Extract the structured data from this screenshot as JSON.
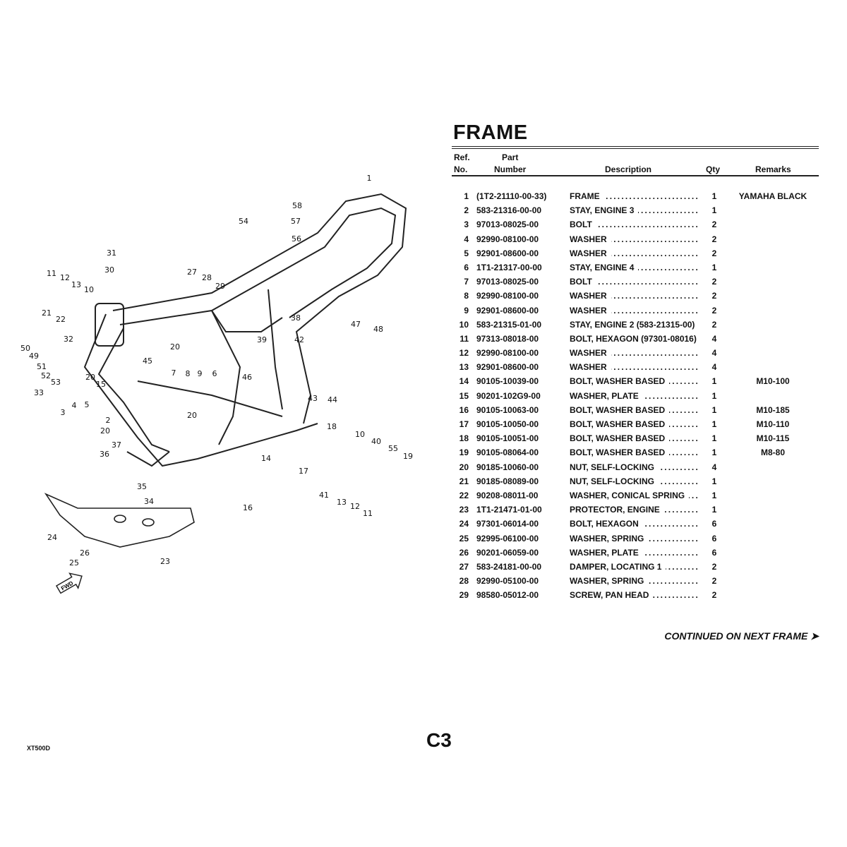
{
  "title": "FRAME",
  "headers": {
    "ref_line1": "Ref.",
    "ref_line2": "No.",
    "part_line1": "Part",
    "part_line2": "Number",
    "description": "Description",
    "qty": "Qty",
    "remarks": "Remarks"
  },
  "rows": [
    {
      "ref": "1",
      "part": "(1T2-21110-00-33)",
      "desc": "FRAME",
      "qty": "1",
      "remarks": "YAMAHA BLACK"
    },
    {
      "ref": "2",
      "part": "583-21316-00-00",
      "desc": "STAY, ENGINE 3",
      "qty": "1",
      "remarks": ""
    },
    {
      "ref": "3",
      "part": "97013-08025-00",
      "desc": "BOLT",
      "qty": "2",
      "remarks": ""
    },
    {
      "ref": "4",
      "part": "92990-08100-00",
      "desc": "WASHER",
      "qty": "2",
      "remarks": ""
    },
    {
      "ref": "5",
      "part": "92901-08600-00",
      "desc": "WASHER",
      "qty": "2",
      "remarks": ""
    },
    {
      "ref": "6",
      "part": "1T1-21317-00-00",
      "desc": "STAY, ENGINE 4",
      "qty": "1",
      "remarks": ""
    },
    {
      "ref": "7",
      "part": "97013-08025-00",
      "desc": "BOLT",
      "qty": "2",
      "remarks": ""
    },
    {
      "ref": "8",
      "part": "92990-08100-00",
      "desc": "WASHER",
      "qty": "2",
      "remarks": ""
    },
    {
      "ref": "9",
      "part": "92901-08600-00",
      "desc": "WASHER",
      "qty": "2",
      "remarks": ""
    },
    {
      "ref": "10",
      "part": "583-21315-01-00",
      "desc": "STAY, ENGINE 2 (583-21315-00)",
      "qty": "2",
      "remarks": ""
    },
    {
      "ref": "11",
      "part": "97313-08018-00",
      "desc": "BOLT, HEXAGON (97301-08016)",
      "qty": "4",
      "remarks": ""
    },
    {
      "ref": "12",
      "part": "92990-08100-00",
      "desc": "WASHER",
      "qty": "4",
      "remarks": ""
    },
    {
      "ref": "13",
      "part": "92901-08600-00",
      "desc": "WASHER",
      "qty": "4",
      "remarks": ""
    },
    {
      "ref": "14",
      "part": "90105-10039-00",
      "desc": "BOLT, WASHER BASED",
      "qty": "1",
      "remarks": "M10-100"
    },
    {
      "ref": "15",
      "part": "90201-102G9-00",
      "desc": "WASHER, PLATE",
      "qty": "1",
      "remarks": ""
    },
    {
      "ref": "16",
      "part": "90105-10063-00",
      "desc": "BOLT, WASHER BASED",
      "qty": "1",
      "remarks": "M10-185"
    },
    {
      "ref": "17",
      "part": "90105-10050-00",
      "desc": "BOLT, WASHER BASED",
      "qty": "1",
      "remarks": "M10-110"
    },
    {
      "ref": "18",
      "part": "90105-10051-00",
      "desc": "BOLT, WASHER BASED",
      "qty": "1",
      "remarks": "M10-115"
    },
    {
      "ref": "19",
      "part": "90105-08064-00",
      "desc": "BOLT, WASHER BASED",
      "qty": "1",
      "remarks": "M8-80"
    },
    {
      "ref": "20",
      "part": "90185-10060-00",
      "desc": "NUT, SELF-LOCKING",
      "qty": "4",
      "remarks": ""
    },
    {
      "ref": "21",
      "part": "90185-08089-00",
      "desc": "NUT, SELF-LOCKING",
      "qty": "1",
      "remarks": ""
    },
    {
      "ref": "22",
      "part": "90208-08011-00",
      "desc": "WASHER, CONICAL SPRING",
      "qty": "1",
      "remarks": ""
    },
    {
      "ref": "23",
      "part": "1T1-21471-01-00",
      "desc": "PROTECTOR, ENGINE",
      "qty": "1",
      "remarks": ""
    },
    {
      "ref": "24",
      "part": "97301-06014-00",
      "desc": "BOLT, HEXAGON",
      "qty": "6",
      "remarks": ""
    },
    {
      "ref": "25",
      "part": "92995-06100-00",
      "desc": "WASHER, SPRING",
      "qty": "6",
      "remarks": ""
    },
    {
      "ref": "26",
      "part": "90201-06059-00",
      "desc": "WASHER, PLATE",
      "qty": "6",
      "remarks": ""
    },
    {
      "ref": "27",
      "part": "583-24181-00-00",
      "desc": "DAMPER, LOCATING 1",
      "qty": "2",
      "remarks": ""
    },
    {
      "ref": "28",
      "part": "92990-05100-00",
      "desc": "WASHER, SPRING",
      "qty": "2",
      "remarks": ""
    },
    {
      "ref": "29",
      "part": "98580-05012-00",
      "desc": "SCREW, PAN HEAD",
      "qty": "2",
      "remarks": ""
    }
  ],
  "continued": "CONTINUED ON NEXT FRAME ➤",
  "page_number": "C3",
  "model": "XT500D",
  "diagram": {
    "fwd_label": "FWD",
    "callouts": [
      "1",
      "58",
      "57",
      "54",
      "56",
      "31",
      "30",
      "27",
      "28",
      "29",
      "11",
      "12",
      "13",
      "10",
      "21",
      "22",
      "38",
      "39",
      "42",
      "47",
      "48",
      "50",
      "49",
      "32",
      "20",
      "45",
      "51",
      "52",
      "53",
      "7",
      "8",
      "9",
      "6",
      "46",
      "20",
      "15",
      "33",
      "4",
      "5",
      "3",
      "2",
      "43",
      "44",
      "20",
      "18",
      "20",
      "10",
      "40",
      "55",
      "37",
      "36",
      "19",
      "14",
      "17",
      "35",
      "41",
      "13",
      "12",
      "11",
      "34",
      "16",
      "24",
      "26",
      "25",
      "23"
    ]
  }
}
